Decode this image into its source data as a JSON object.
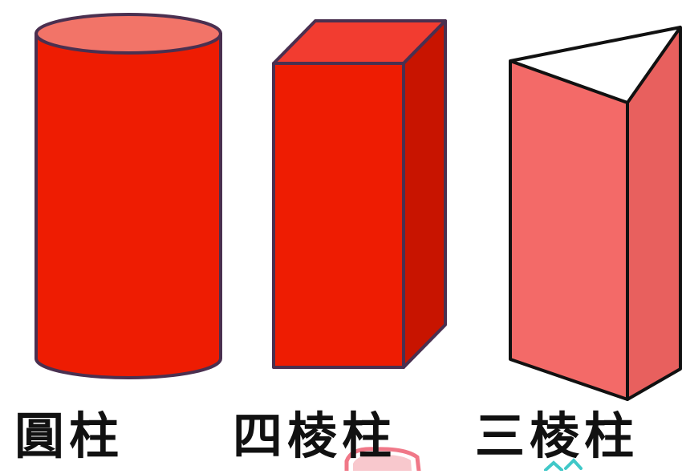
{
  "shapes": [
    {
      "id": "cylinder",
      "label": "圓柱",
      "colors": {
        "front": "#ee1c02",
        "top": "#f27468",
        "outline": "#4a3050"
      }
    },
    {
      "id": "square-prism",
      "label": "四棱柱",
      "colors": {
        "front": "#ee1c02",
        "top": "#f23c30",
        "side": "#c81400",
        "outline": "#4a3050"
      }
    },
    {
      "id": "triangular-prism",
      "label": "三棱柱",
      "colors": {
        "front": "#f36a68",
        "side": "#e8605e",
        "outline": "#111111"
      }
    }
  ],
  "decor_colors": {
    "pink_mark": "#f07888",
    "teal_mark": "#40c8c8"
  }
}
